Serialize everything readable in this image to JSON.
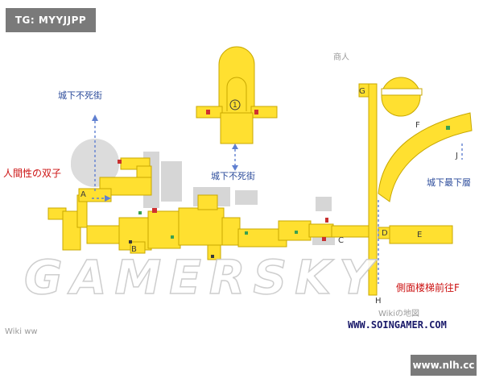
{
  "corner_tag": "TG: MYYJJPP",
  "corner_watermark": "www.nlh.cc",
  "big_watermark": "GAMERSKY",
  "site_watermark": "WWW.SOINGAMER.COM",
  "labels": {
    "castle_street_top": "城下不死街",
    "castle_street_mid": "城下不死街",
    "lower_undead_burg": "城下最下層",
    "twin_humanity": "人間性の双子",
    "side_stairs": "側面楼梯前往F",
    "top_right_faded": "商人",
    "bottom_left_faded": "Wiki ww",
    "bottom_mid_faded": "Wikiの地図"
  },
  "markers": [
    "A",
    "B",
    "C",
    "D",
    "E",
    "F",
    "G",
    "H",
    "J",
    "1"
  ],
  "colors": {
    "floor": "#ffe030",
    "floor_edge": "#c8a800",
    "arrow": "#5f7fd0",
    "red_label": "#cc1111"
  }
}
